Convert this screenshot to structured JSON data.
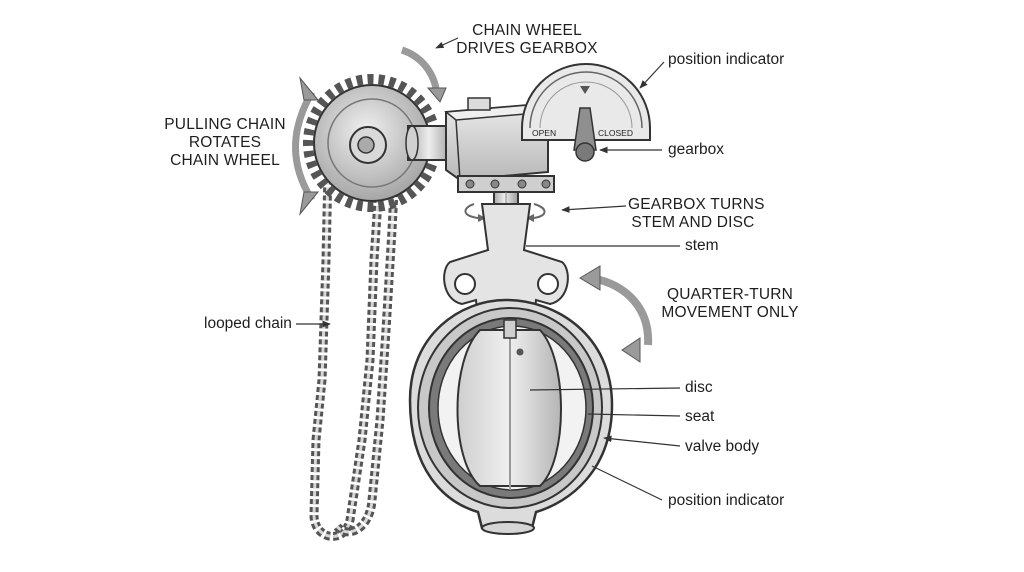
{
  "labels": {
    "chain_wheel_drives_gearbox": [
      "CHAIN WHEEL",
      "DRIVES GEARBOX"
    ],
    "position_indicator_top": "position indicator",
    "pulling_chain": [
      "PULLING CHAIN",
      "ROTATES",
      "CHAIN WHEEL"
    ],
    "gearbox": "gearbox",
    "gearbox_turns": [
      "GEARBOX TURNS",
      "STEM AND DISC"
    ],
    "stem": "stem",
    "quarter_turn": [
      "QUARTER-TURN",
      "MOVEMENT ONLY"
    ],
    "looped_chain": "looped chain",
    "disc": "disc",
    "seat": "seat",
    "valve_body": "valve body",
    "position_indicator_bottom": "position indicator"
  },
  "dial": {
    "open": "OPEN",
    "closed": "CLOSED"
  },
  "colors": {
    "line": "#333333",
    "metal_light": "#e6e6e6",
    "metal_mid": "#c4c4c4",
    "metal_dark": "#8c8c8c",
    "arrow_gray": "#9a9a9a",
    "seat_dark": "#6e6e6e"
  }
}
